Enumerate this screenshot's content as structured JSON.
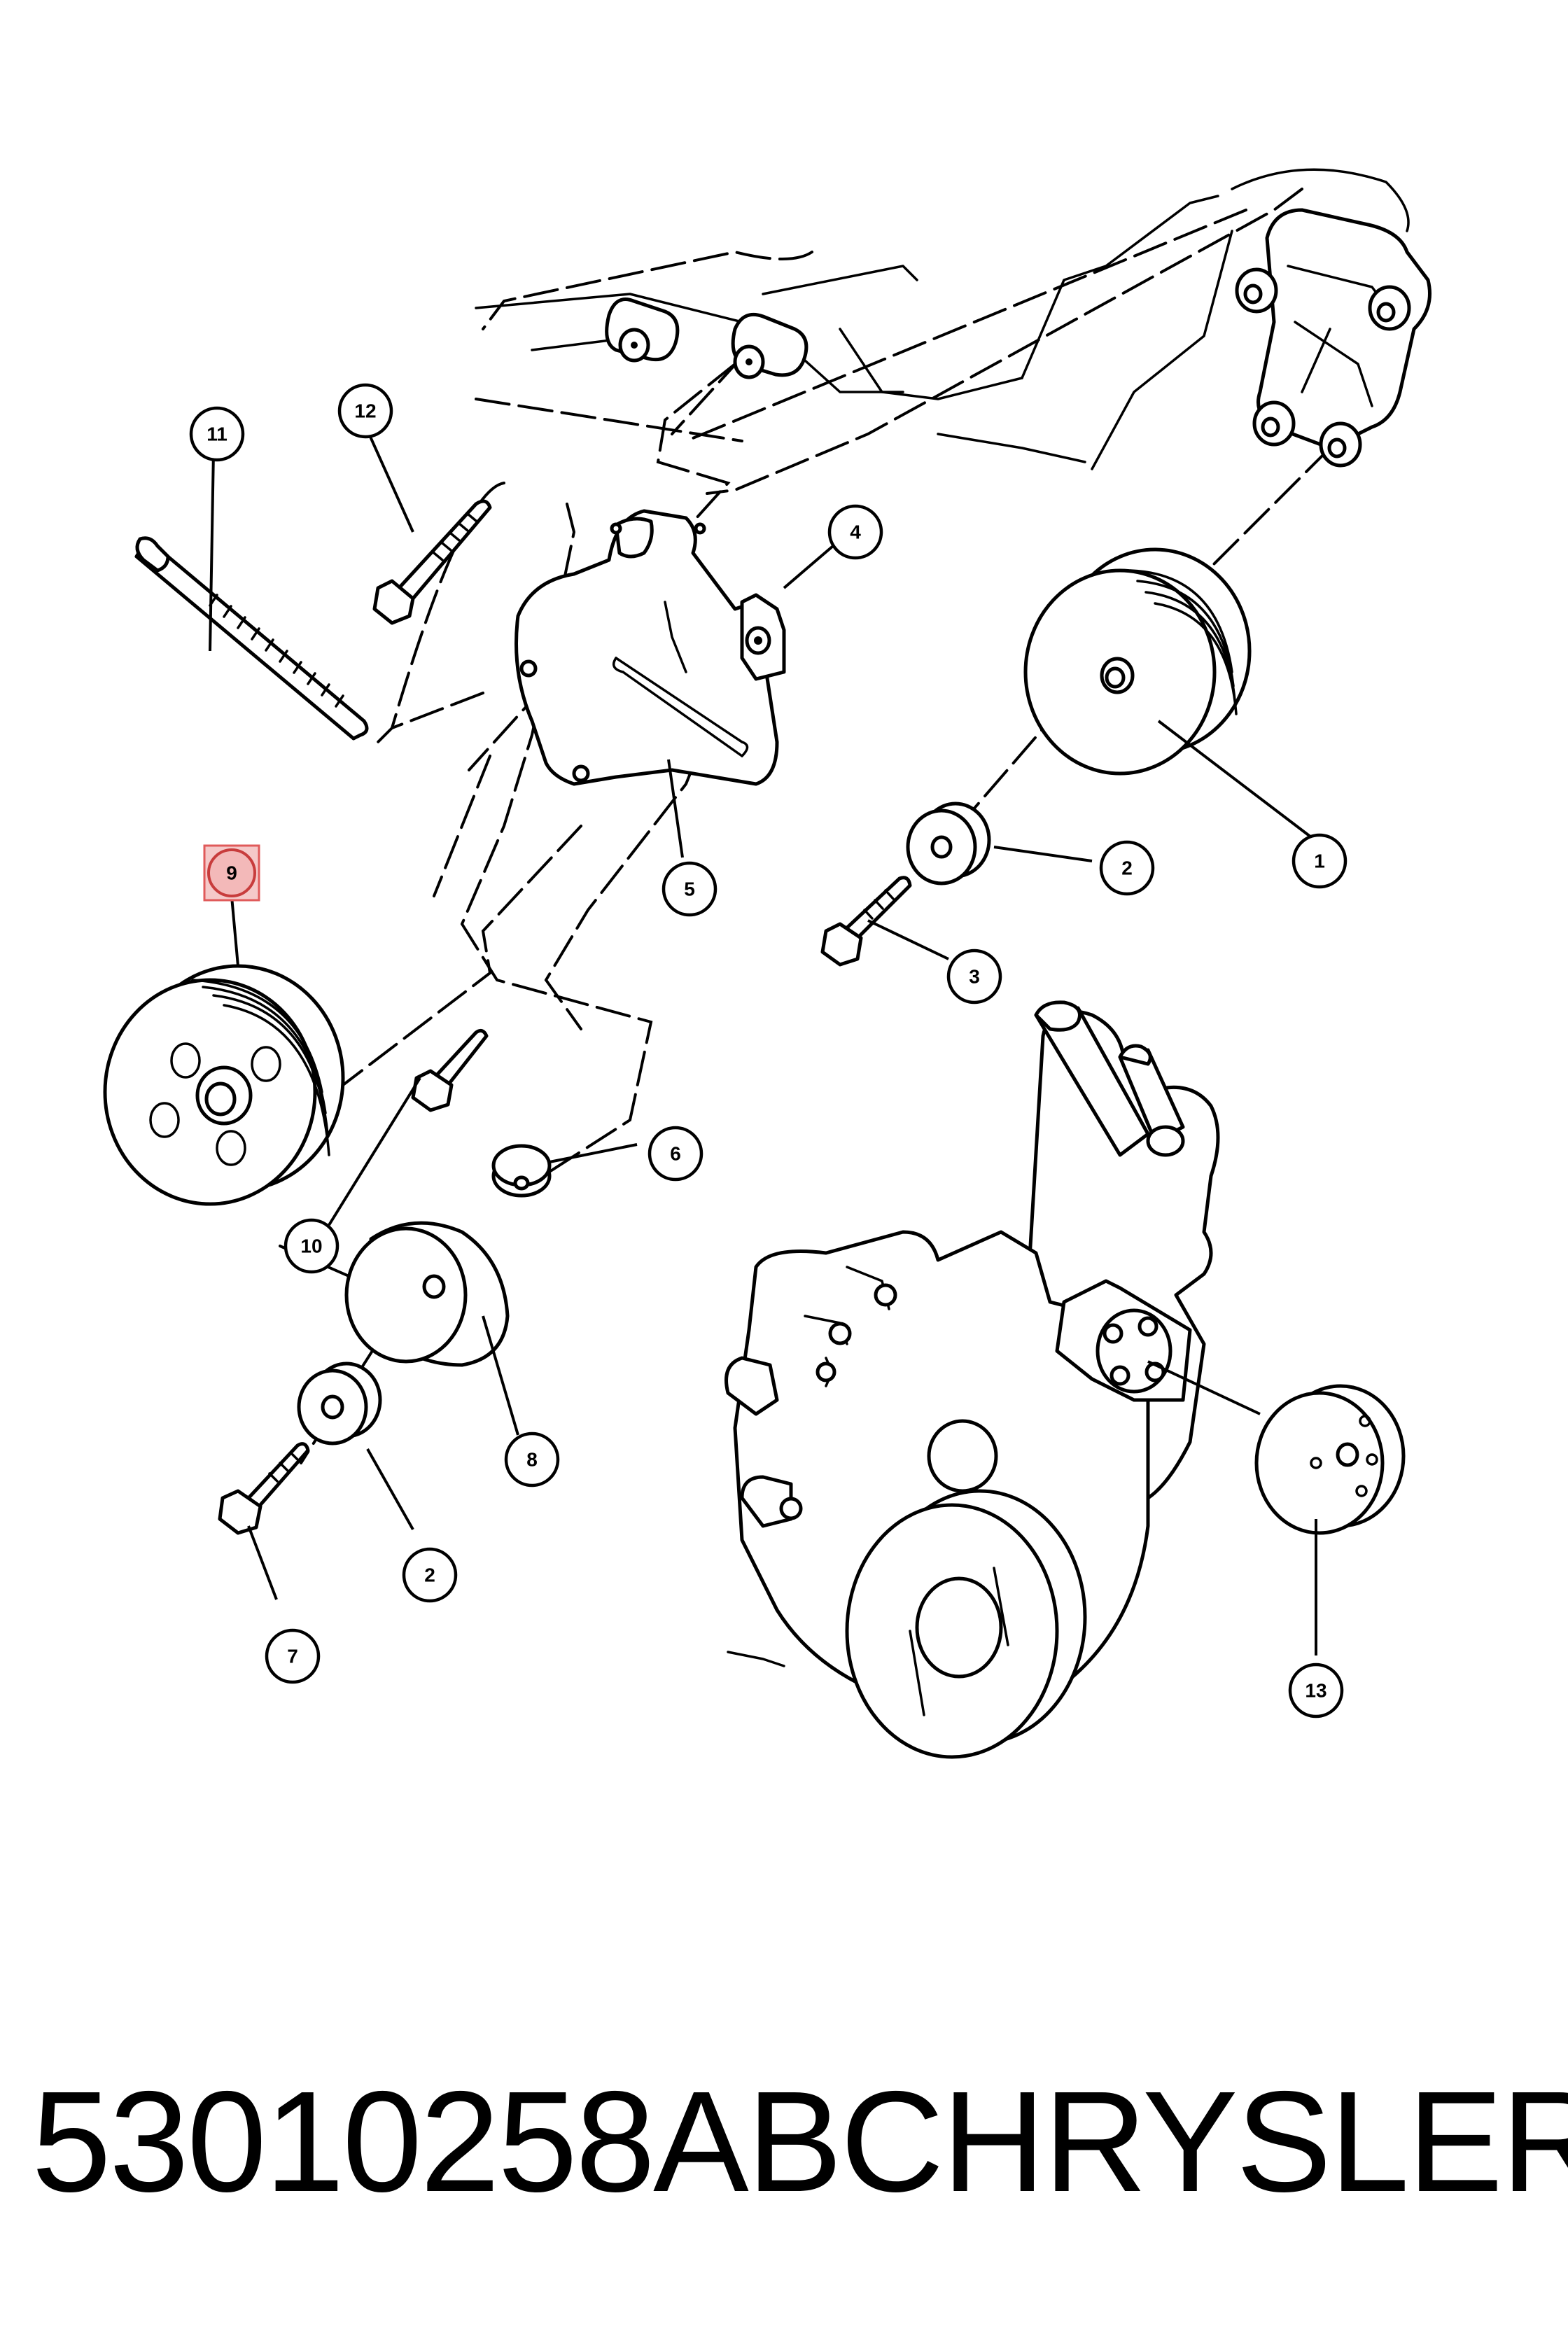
{
  "callouts": {
    "c1": "1",
    "c2a": "2",
    "c2b": "2",
    "c3": "3",
    "c4": "4",
    "c5": "5",
    "c6": "6",
    "c7": "7",
    "c8": "8",
    "c9": "9",
    "c10": "10",
    "c11": "11",
    "c12": "12",
    "c13": "13"
  },
  "highlighted_callout": "9",
  "caption": {
    "part_number": "53010258AB",
    "brand": "CHRYSLER"
  },
  "colors": {
    "line": "#000000",
    "highlight_fill": "#f3b9b9",
    "highlight_border": "#e05a5a",
    "background": "#ffffff"
  }
}
